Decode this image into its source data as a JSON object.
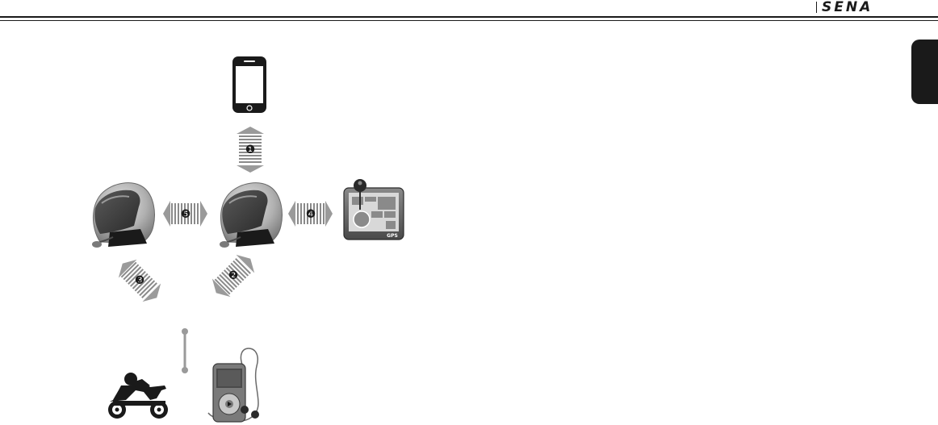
{
  "header": {
    "brand": "SENA"
  },
  "language_tab": {
    "label": ""
  },
  "diagram": {
    "connections": [
      {
        "number": "1",
        "symbol": "❶"
      },
      {
        "number": "2",
        "symbol": "❷"
      },
      {
        "number": "3",
        "symbol": "❸"
      },
      {
        "number": "4",
        "symbol": "❹"
      },
      {
        "number": "5",
        "symbol": "❺"
      }
    ],
    "gps_label": "GPS"
  },
  "colors": {
    "ink": "#1a1a1a",
    "helmet_gray": "#a9a9a9",
    "arrow_gray": "#9a9a9a"
  },
  "icons": [
    "smartphone-icon",
    "helmet-icon",
    "gps-navigator-icon",
    "motorcycle-rider-icon",
    "mp3-player-icon"
  ]
}
